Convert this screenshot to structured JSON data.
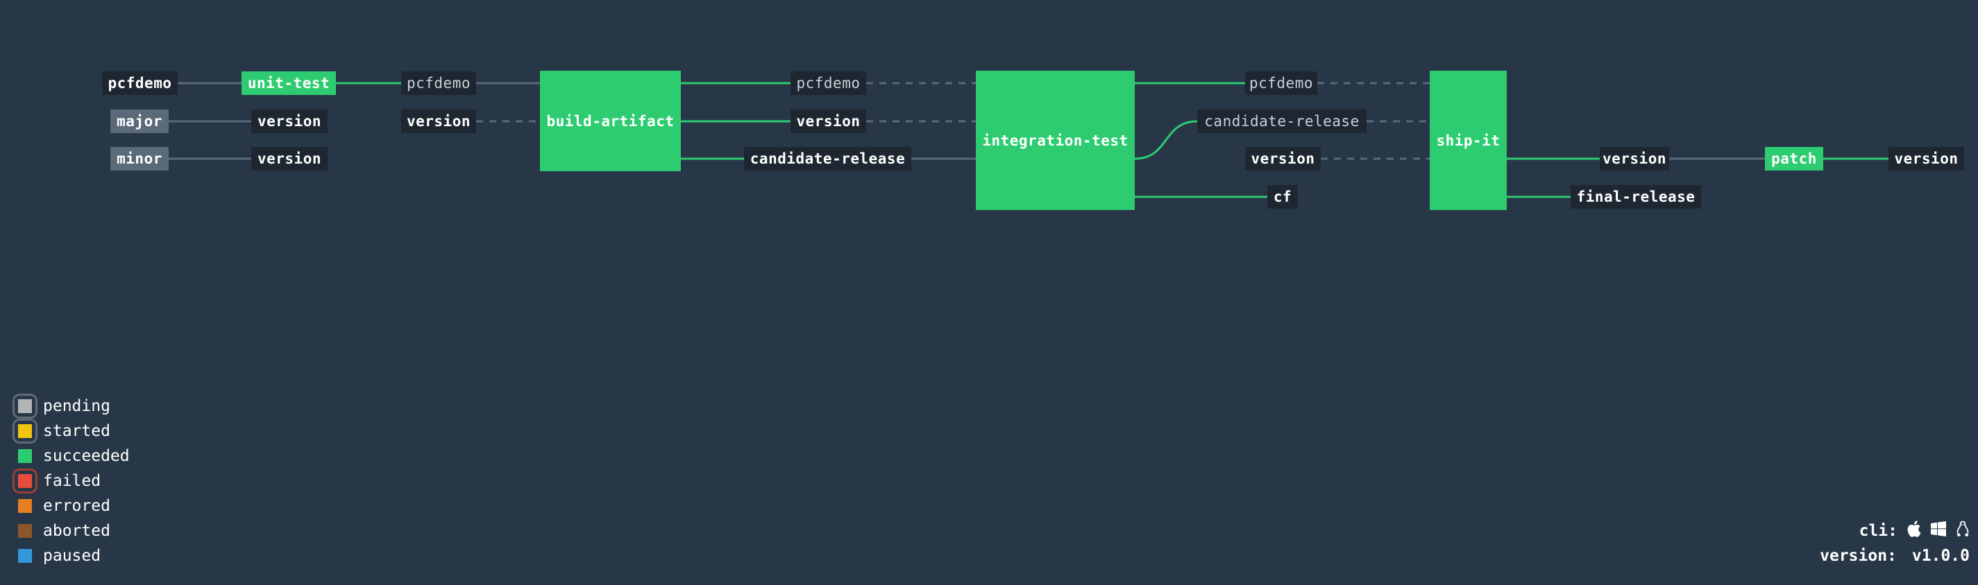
{
  "pipeline": {
    "jobs": {
      "unit_test": "unit-test",
      "build_artifact": "build-artifact",
      "integration_test": "integration-test",
      "ship_it": "ship-it",
      "patch": "patch"
    },
    "resources": {
      "pcfdemo_in_1": "pcfdemo",
      "major": "major",
      "minor": "minor",
      "version_major": "version",
      "version_minor": "version",
      "pcfdemo_2": "pcfdemo",
      "version_2": "version",
      "pcfdemo_3": "pcfdemo",
      "version_3": "version",
      "candidate_release_1": "candidate-release",
      "pcfdemo_4": "pcfdemo",
      "candidate_release_2": "candidate-release",
      "version_4": "version",
      "cf": "cf",
      "version_5": "version",
      "final_release": "final-release",
      "version_6": "version"
    }
  },
  "legend": {
    "items": [
      {
        "label": "pending",
        "color": "#b4b4b4"
      },
      {
        "label": "started",
        "color": "#f1c40f"
      },
      {
        "label": "succeeded",
        "color": "#2ecc71"
      },
      {
        "label": "failed",
        "color": "#e74c3c"
      },
      {
        "label": "errored",
        "color": "#e67e22"
      },
      {
        "label": "aborted",
        "color": "#8b572a"
      },
      {
        "label": "paused",
        "color": "#3498db"
      }
    ]
  },
  "cli": {
    "label": "cli:",
    "version_label": "version:",
    "version_value": "v1.0.0",
    "icons": [
      "apple-icon",
      "windows-icon",
      "linux-icon"
    ]
  },
  "colors": {
    "background": "#273747",
    "succeeded": "#2ecc71",
    "resource_bg": "#1e2731",
    "edge_gray": "#5b6a79"
  }
}
